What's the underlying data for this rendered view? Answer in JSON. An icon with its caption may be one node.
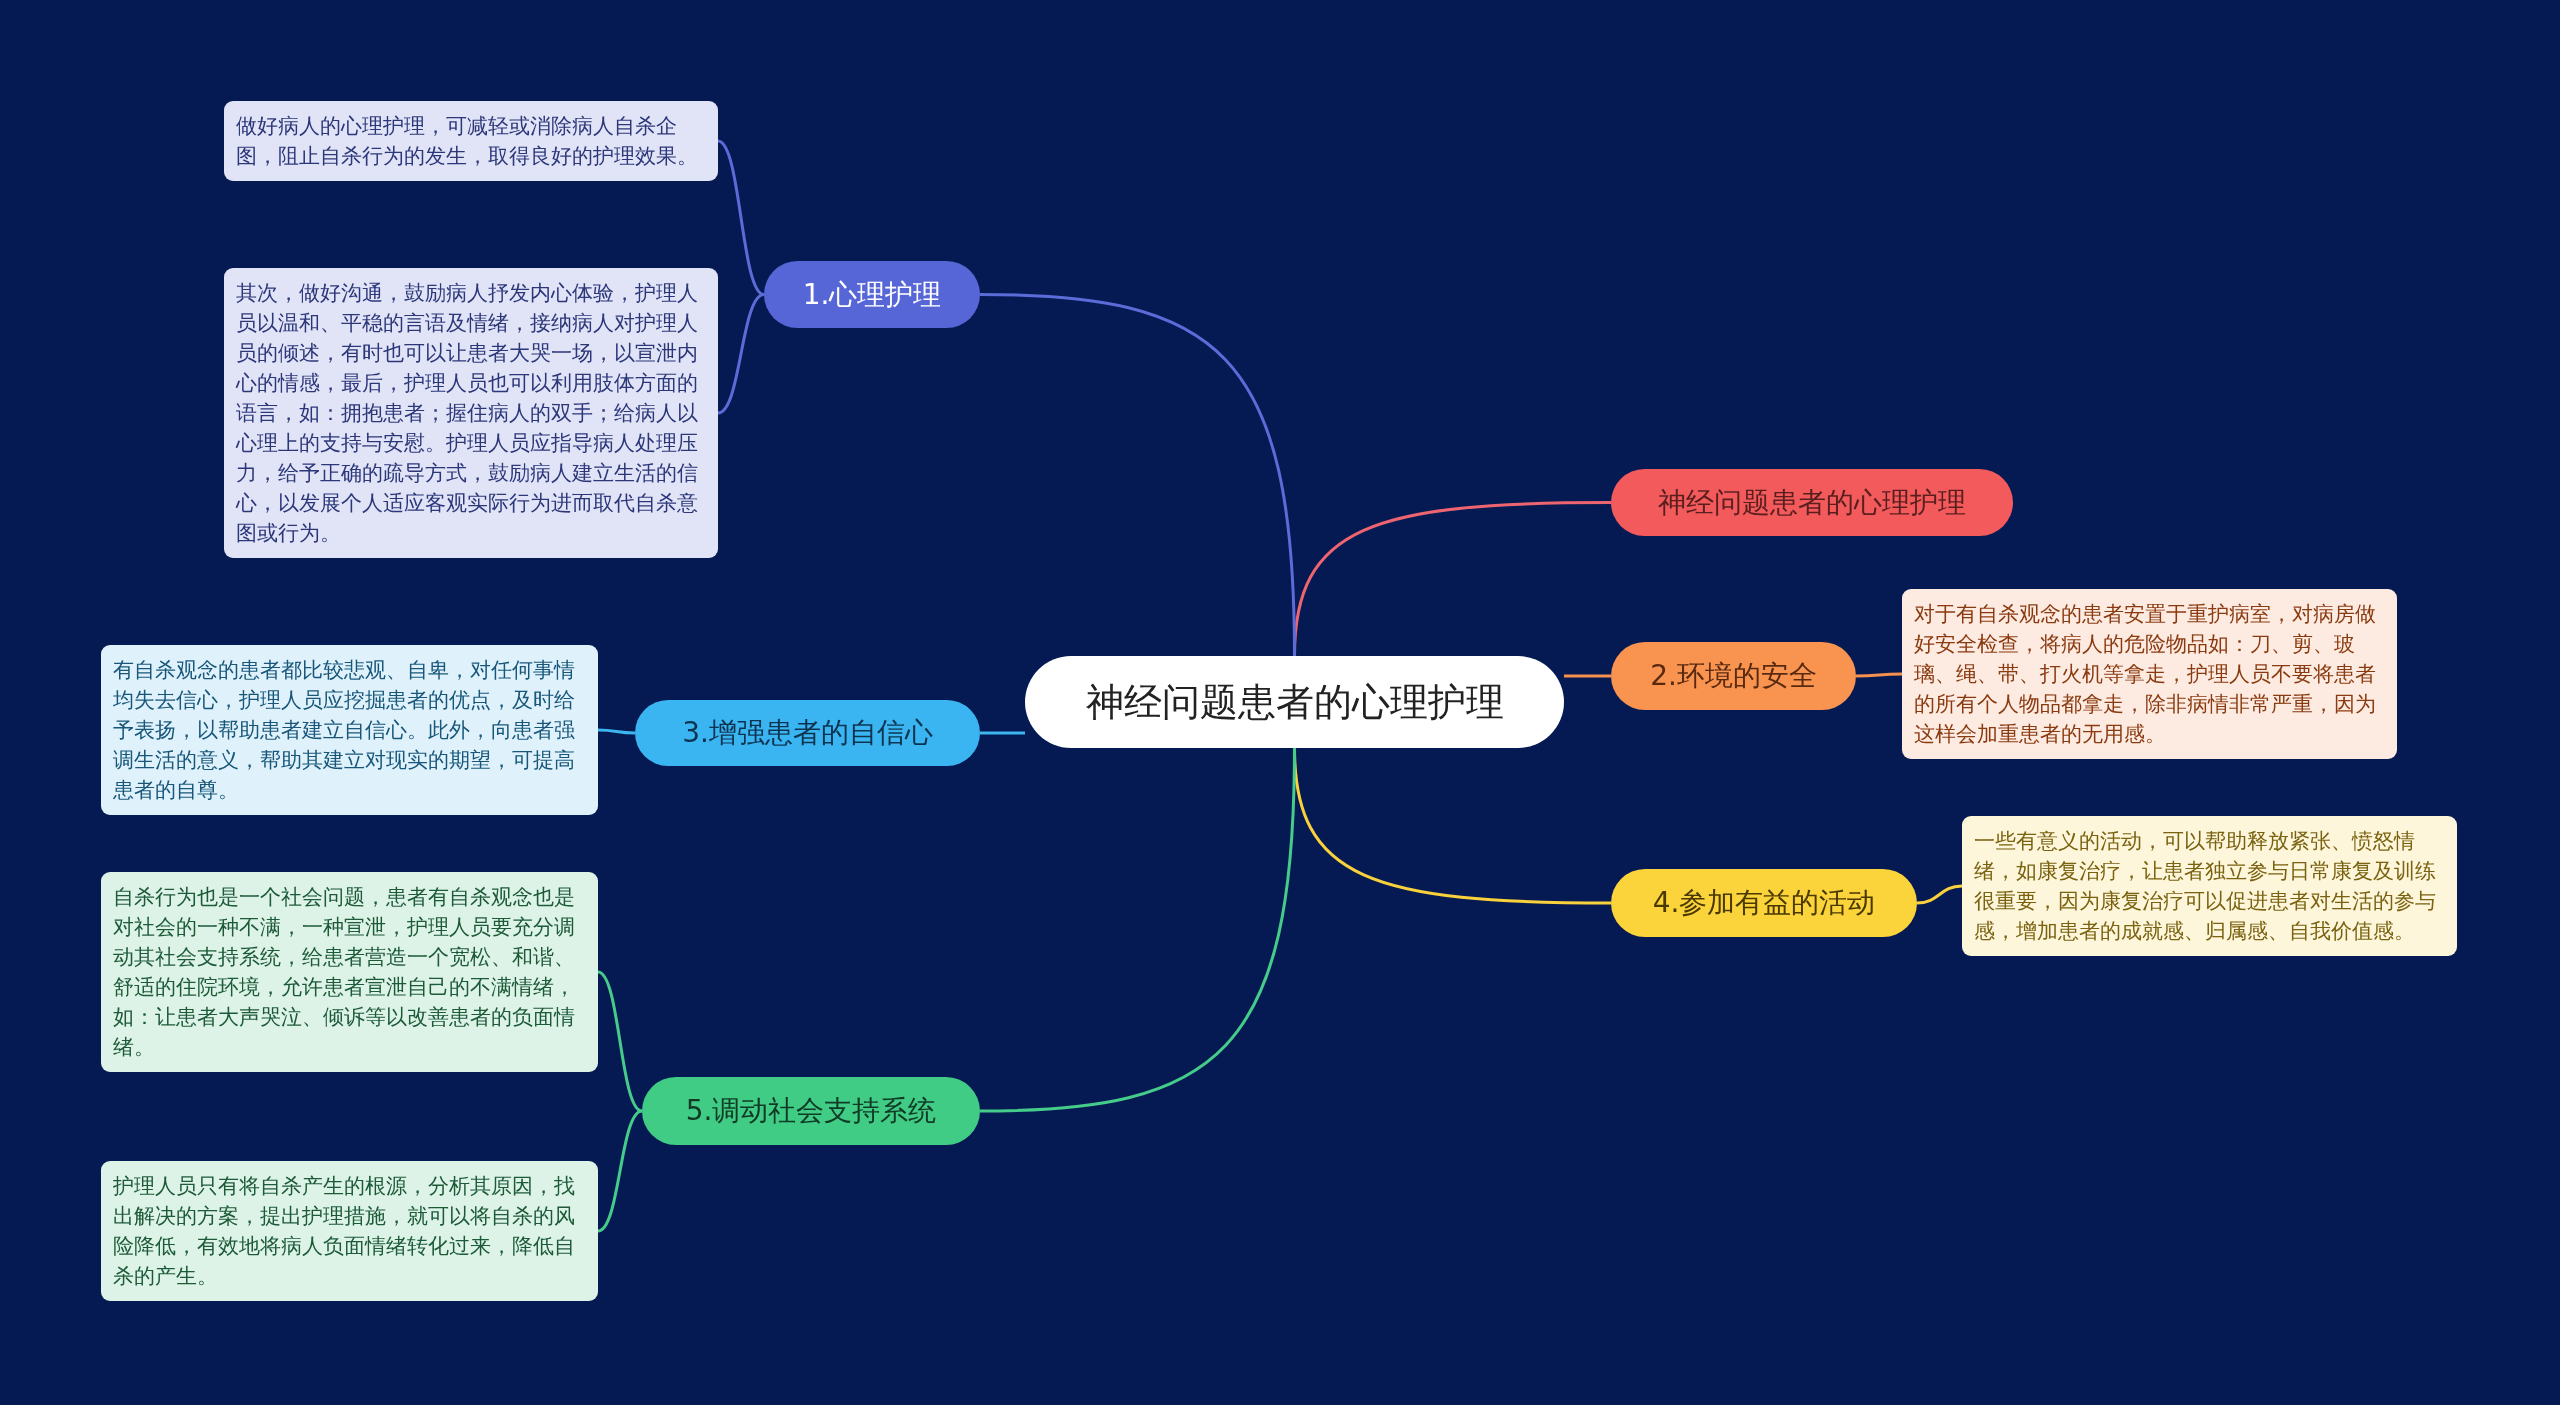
{
  "diagram": {
    "nodes": [
      {
        "text": [
          "神经问题患者的心理护理"
        ]
      },
      {
        "text": [
          "神经问题患者的心理护理"
        ]
      },
      {
        "text": [
          "1.心理护理"
        ]
      },
      {
        "text": [
          "做好病人的心理护理，可减轻或消除病人自杀企图，阻止自杀行为的发生，取得良好的护理效果。"
        ]
      },
      {
        "text": [
          "其次，做好沟通，鼓励病人抒发内心体验，护理人员以温和、平稳的言语及情绪，接纳病人对护理人员的倾述，有时也可以让患者大哭一场，以宣泄内心的情感，最后，护理人员也可以利用肢体方面的语言，如：拥抱患者；握住病人的双手；给病人以心理上的支持与安慰。护理人员应指导病人处理压力，给予正确的疏导方式，鼓励病人建立生活的信心，以发展个人适应客观实际行为进而取代自杀意图或行为。"
        ]
      },
      {
        "text": [
          "2.环境的安全"
        ]
      },
      {
        "text": [
          "对于有自杀观念的患者安置于重护病室，对病房做好安全检查，将病人的危险物品如：刀、剪、玻璃、绳、带、打火机等拿走，护理人员不要将患者的所有个人物品都拿走，除非病情非常严重，因为这样会加重患者的无用感。"
        ]
      },
      {
        "text": [
          "3.增强患者的自信心"
        ]
      },
      {
        "text": [
          "有自杀观念的患者都比较悲观、自卑，对任何事情均失去信心，护理人员应挖掘患者的优点，及时给予表扬，以帮助患者建立自信心。此外，向患者强调生活的意义，帮助其建立对现实的期望，可提高患者的自尊。"
        ]
      },
      {
        "text": [
          "4.参加有益的活动"
        ]
      },
      {
        "text": [
          "一些有意义的活动，可以帮助释放紧张、愤怒情绪，如康复治疗，让患者独立参与日常康复及训练很重要，因为康复治疗可以促进患者对生活的参与感，增加患者的成就感、归属感、自我价值感。"
        ]
      },
      {
        "text": [
          "5.调动社会支持系统"
        ]
      },
      {
        "text": [
          "自杀行为也是一个社会问题，患者有自杀观念也是对社会的一种不满，一种宣泄，护理人员要充分调动其社会支持系统，给患者营造一个宽松、和谐、舒适的住院环境，允许患者宣泄自己的不满情绪，如：让患者大声哭泣、倾诉等以改善患者的负面情绪。"
        ]
      },
      {
        "text": [
          "护理人员只有将自杀产生的根源，分析其原因，找出解决的方案，提出护理措施，就可以将自杀的风险降低，有效地将病人负面情绪转化过来，降低自杀的产生。"
        ]
      }
    ],
    "edges": [
      {
        "from": 0,
        "to": 1,
        "arrow": "none",
        "color": "#ee6470"
      },
      {
        "from": 0,
        "to": 2,
        "arrow": "none",
        "color": "#5b6bd8"
      },
      {
        "from": 2,
        "to": 3,
        "arrow": "none",
        "color": "#5b6bd8"
      },
      {
        "from": 2,
        "to": 4,
        "arrow": "none",
        "color": "#5b6bd8"
      },
      {
        "from": 0,
        "to": 5,
        "arrow": "none",
        "color": "#f7914f"
      },
      {
        "from": 5,
        "to": 6,
        "arrow": "none",
        "color": "#f7914f"
      },
      {
        "from": 0,
        "to": 7,
        "arrow": "none",
        "color": "#3db5ef"
      },
      {
        "from": 7,
        "to": 8,
        "arrow": "none",
        "color": "#3db5ef"
      },
      {
        "from": 0,
        "to": 9,
        "arrow": "none",
        "color": "#f9d13c"
      },
      {
        "from": 9,
        "to": 10,
        "arrow": "none",
        "color": "#f9d13c"
      },
      {
        "from": 0,
        "to": 11,
        "arrow": "none",
        "color": "#45cc8a"
      },
      {
        "from": 11,
        "to": 12,
        "arrow": "none",
        "color": "#45cc8a"
      },
      {
        "from": 11,
        "to": 13,
        "arrow": "none",
        "color": "#45cc8a"
      }
    ]
  }
}
